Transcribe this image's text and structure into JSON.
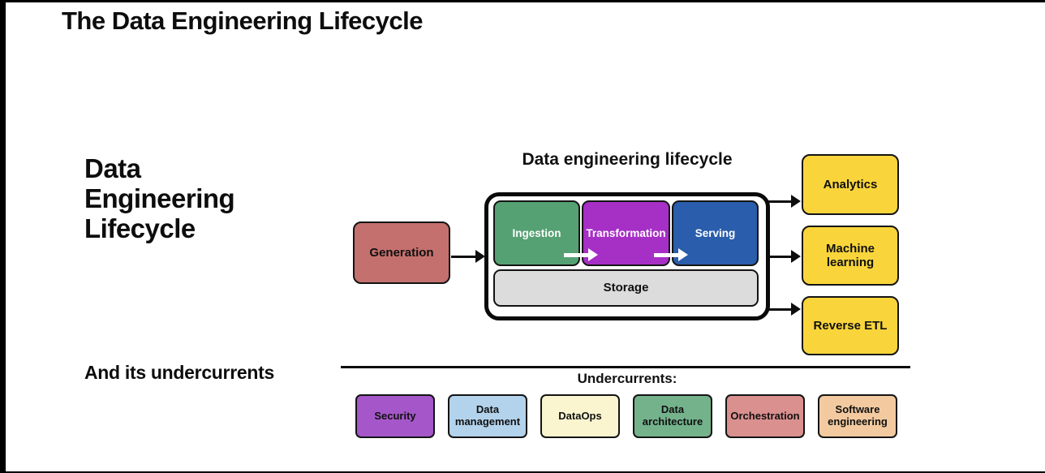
{
  "slide": {
    "title": "The Data Engineering Lifecycle",
    "side_heading": "Data Engineering Lifecycle",
    "undercurrents_heading": "And its undercurrents"
  },
  "diagram": {
    "title": "Data engineering lifecycle",
    "source": {
      "label": "Generation",
      "color": "#c4706e"
    },
    "stages": [
      {
        "label": "Ingestion",
        "color": "#55a173"
      },
      {
        "label": "Transformation",
        "color": "#a62fc6"
      },
      {
        "label": "Serving",
        "color": "#2a5dab"
      }
    ],
    "storage": {
      "label": "Storage",
      "color": "#dcdcdc"
    },
    "outputs": [
      {
        "label": "Analytics",
        "color": "#f9d53b"
      },
      {
        "label": "Machine learning",
        "color": "#f9d53b"
      },
      {
        "label": "Reverse ETL",
        "color": "#f9d53b"
      }
    ],
    "undercurrents_label": "Undercurrents:",
    "undercurrents": [
      {
        "label": "Security",
        "color": "#a557c9"
      },
      {
        "label": "Data management",
        "color": "#b3d2eb"
      },
      {
        "label": "DataOps",
        "color": "#faf5cf"
      },
      {
        "label": "Data architecture",
        "color": "#74b28c"
      },
      {
        "label": "Orchestration",
        "color": "#d9908f"
      },
      {
        "label": "Software engineering",
        "color": "#f3caa0"
      }
    ]
  }
}
